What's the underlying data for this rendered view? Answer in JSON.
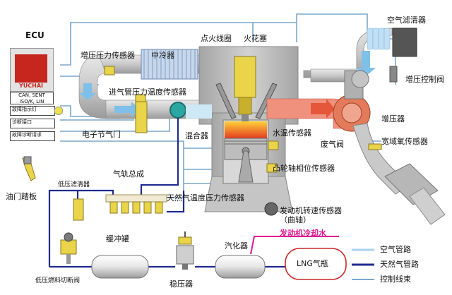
{
  "ecu": {
    "title": "ECU",
    "logo_text": "YUCHAI",
    "can_label": "CAN, SENT\nISO/K, LIN",
    "rows": [
      "故障指示灯",
      "诊断接口",
      "故障诊断请求"
    ]
  },
  "labels": {
    "air_filter": "空气滤清器",
    "boost_pressure_sensor": "增压压力传感器",
    "intercooler": "中冷器",
    "ignition_coil": "点火线圈",
    "spark_plug": "火花塞",
    "boost_control_valve": "增压控制阀",
    "intake_temp_pressure_sensor": "进气管压力温度传感器",
    "electronic_throttle": "电子节气门",
    "mixer": "混合器",
    "water_temp_sensor": "水温传感器",
    "wastegate": "废气阀",
    "turbo": "增压器",
    "wide_o2_sensor": "宽域氧传感器",
    "cam_sensor": "凸轮轴相位传感器",
    "accelerator_pedal": "油门踏板",
    "low_pressure_filter": "低压滤清器",
    "rail_assembly": "气轨总成",
    "ng_temp_pressure_sensor": "天然气温度压力传感器",
    "engine_speed_sensor": "发动机转速传感器（曲轴）",
    "buffer_tank": "缓冲罐",
    "regulator": "稳压器",
    "vaporizer": "汽化器",
    "coolant": "发动机冷却水",
    "lng_bottle": "LNG气瓶",
    "shutoff_valve": "低压燃料切断阀"
  },
  "legend": [
    {
      "label": "空气管路",
      "color": "#a9d1ec"
    },
    {
      "label": "天然气管路",
      "color": "#1f2b8f"
    },
    {
      "label": "控制线束",
      "color": "#7aa7cc"
    }
  ]
}
